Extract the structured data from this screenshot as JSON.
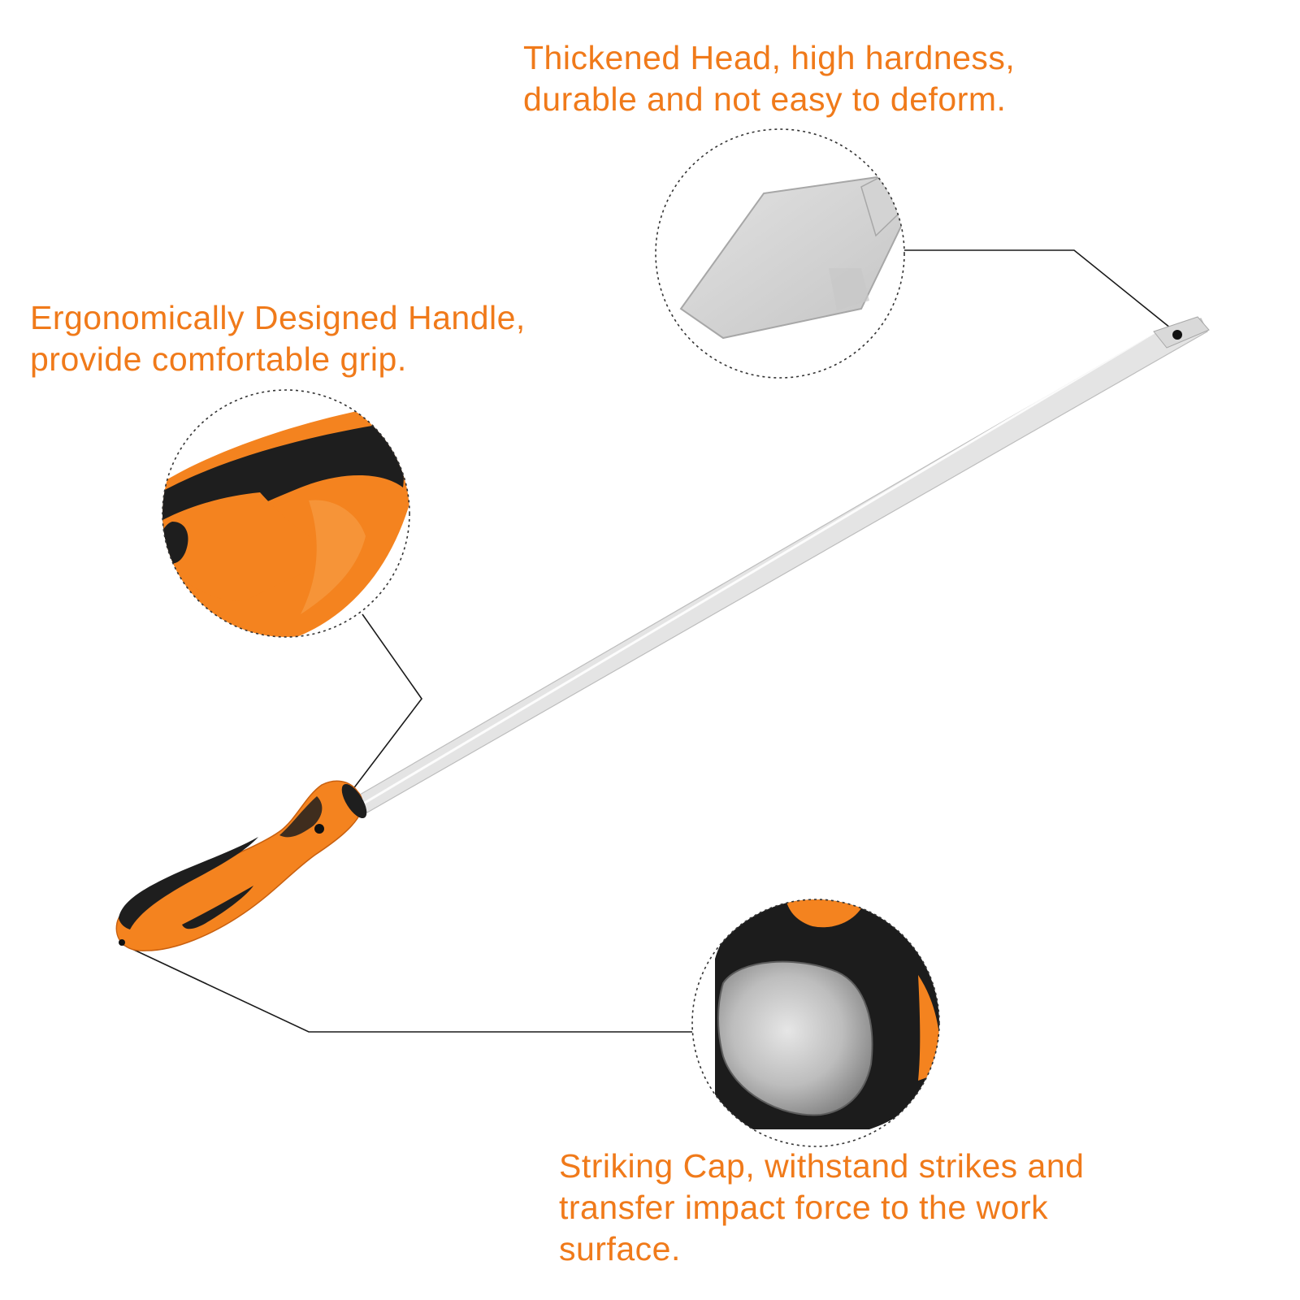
{
  "callouts": {
    "head": {
      "line1": "Thickened Head, high hardness,",
      "line2": "durable and not easy to deform."
    },
    "handle": {
      "line1": "Ergonomically Designed Handle,",
      "line2": "provide comfortable grip."
    },
    "cap": {
      "line1": "Striking Cap, withstand strikes and",
      "line2": "transfer impact force to the work",
      "line3": "surface."
    }
  },
  "colors": {
    "accent_text": "#f07a1a",
    "handle_orange": "#f4831f",
    "handle_black": "#1e1e1e",
    "shaft_steel": "#ececec",
    "background": "#ffffff"
  }
}
